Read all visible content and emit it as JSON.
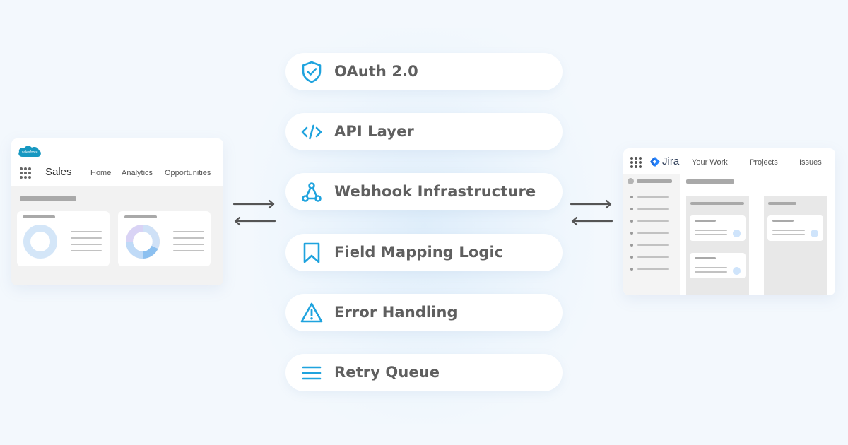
{
  "features": [
    {
      "label": "OAuth 2.0",
      "icon": "shield-check-icon"
    },
    {
      "label": "API Layer",
      "icon": "code-icon"
    },
    {
      "label": "Webhook Infrastructure",
      "icon": "webhook-icon"
    },
    {
      "label": "Field Mapping Logic",
      "icon": "bookmark-icon"
    },
    {
      "label": "Error Handling",
      "icon": "warning-icon"
    },
    {
      "label": "Retry Queue",
      "icon": "list-icon"
    }
  ],
  "colors": {
    "accent": "#1fa3de",
    "text": "#5f5f5f",
    "background": "#f3f8fd"
  },
  "salesforce": {
    "logo_text": "salesforce",
    "app_name": "Sales",
    "nav": [
      "Home",
      "Analytics",
      "Opportunities"
    ]
  },
  "jira": {
    "logo_text": "Jira",
    "nav": [
      "Your Work",
      "Projects",
      "Issues"
    ]
  }
}
